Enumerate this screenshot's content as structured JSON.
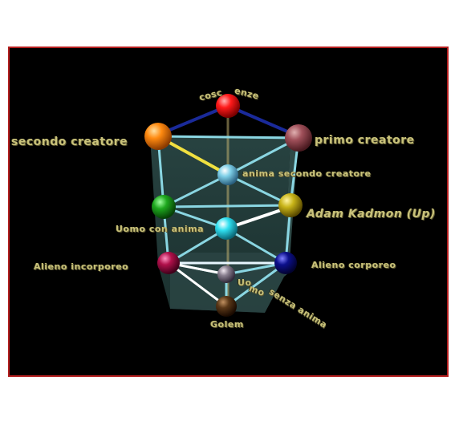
{
  "diagram": {
    "labels": {
      "coscienze_left": "cosc",
      "coscienze_right": "enze",
      "secondo_creatore": "secondo creatore",
      "primo_creatore": "primo creatore",
      "anima_secondo_creatore": "anima secondo creatore",
      "adam_kadmon": "Adam Kadmon (Up)",
      "uomo_con_anima": "Uomo con anima",
      "alieno_incorporeo": "Alieno incorporeo",
      "alieno_corporeo": "Alieno corporeo",
      "uomo_senza_anima_a": "Uo",
      "uomo_senza_anima_b": "mo",
      "uomo_senza_anima_c": "senza anima",
      "golem": "Golem"
    },
    "node_colors": {
      "coscienze": "#ff1a1a",
      "secondo_creatore": "#ff8a10",
      "primo_creatore": "#a0505a",
      "anima_secondo_creatore": "#7fd0e8",
      "green_node": "#1ea81e",
      "adam_kadmon": "#c8b418",
      "uomo_con_anima": "#30e0f0",
      "alieno_incorporeo": "#b0104a",
      "alieno_corporeo": "#0c108c",
      "uomo_senza_anima": "#8a8090",
      "golem": "#5a3818"
    }
  }
}
